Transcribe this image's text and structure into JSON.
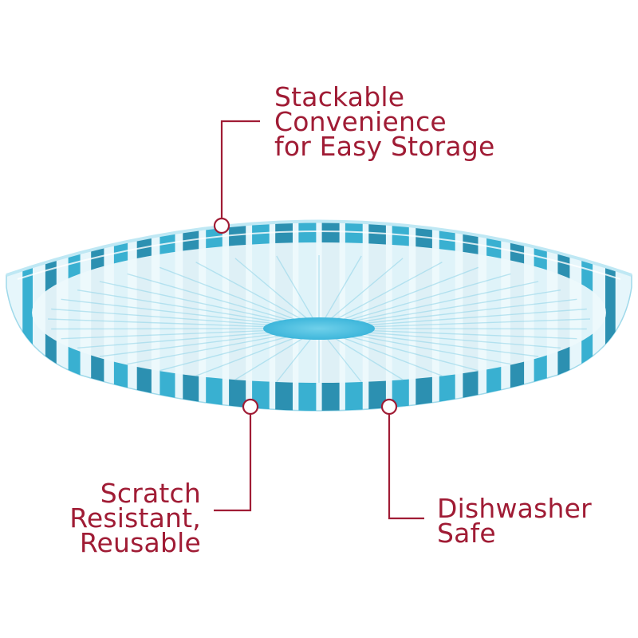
{
  "colors": {
    "accent": "#a01c35",
    "plate_blue": "#1aa3c9",
    "plate_blue_dark": "#0b7ea3",
    "plate_clear": "#e8f6fb"
  },
  "callouts": {
    "stackable": {
      "lines": [
        "Stackable",
        "Convenience",
        "for Easy Storage"
      ]
    },
    "scratch": {
      "lines": [
        "Scratch",
        "Resistant,",
        "Reusable"
      ]
    },
    "dishwasher": {
      "lines": [
        "Dishwasher",
        "Safe"
      ]
    }
  },
  "product_image": {
    "description_icon": "striped-serving-tray-icon"
  }
}
